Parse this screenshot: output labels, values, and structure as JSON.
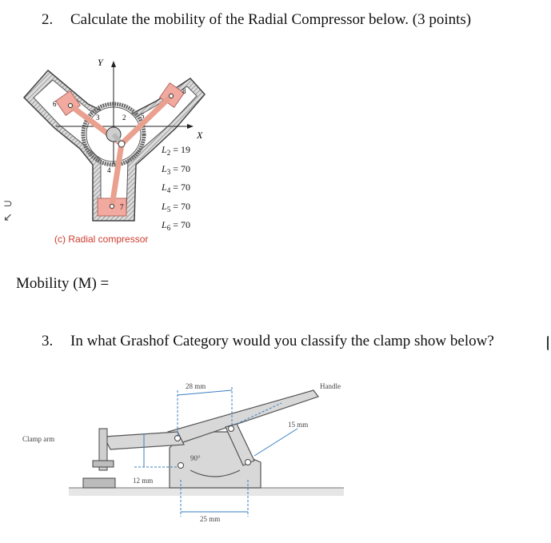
{
  "question2": {
    "number": "2.",
    "text": "Calculate the mobility of the Radial Compressor below. (3 points)"
  },
  "figure1": {
    "axis_y": "Y",
    "axis_x": "X",
    "link_numbers": [
      "2",
      "3",
      "4",
      "5",
      "6",
      "7",
      "8"
    ],
    "lengths": [
      {
        "symbol": "L",
        "sub": "2",
        "value": "= 19"
      },
      {
        "symbol": "L",
        "sub": "3",
        "value": "= 70"
      },
      {
        "symbol": "L",
        "sub": "4",
        "value": "= 70"
      },
      {
        "symbol": "L",
        "sub": "5",
        "value": "= 70"
      },
      {
        "symbol": "L",
        "sub": "6",
        "value": "= 70"
      }
    ],
    "caption": "(c) Radial compressor",
    "colors": {
      "piston": "#f1a9a0",
      "crank": "#e9a08f",
      "housing": "#888888",
      "caption": "#cc3b2e"
    }
  },
  "mobility": {
    "label": "Mobility (M) ="
  },
  "question3": {
    "number": "3.",
    "text": "In what Grashof Category would you classify the clamp show below?"
  },
  "figure2": {
    "handle_label": "Handle",
    "clamp_arm_label": "Clamp arm",
    "dim_top": "28 mm",
    "dim_diag": "15 mm",
    "dim_angle": "90°",
    "dim_left": "12 mm",
    "dim_bottom": "25 mm",
    "colors": {
      "body": "#d8d8d8",
      "outline": "#555555",
      "dimension": "#3a7fc1"
    }
  }
}
